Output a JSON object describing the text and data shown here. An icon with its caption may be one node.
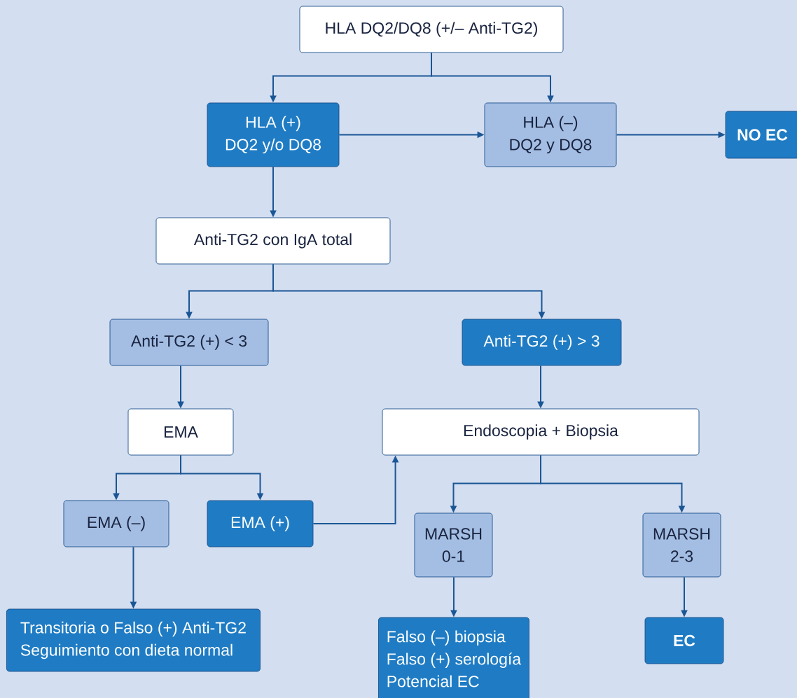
{
  "diagram": {
    "nodes": [
      {
        "text": [
          "HLA DQ2/DQ8 (+/– Anti-TG2)"
        ]
      },
      {
        "text": [
          "HLA (+)",
          "DQ2 y/o DQ8"
        ]
      },
      {
        "text": [
          "HLA (–)",
          "DQ2 y DQ8"
        ]
      },
      {
        "text": [
          "NO EC"
        ]
      },
      {
        "text": [
          "Anti-TG2 con IgA total"
        ]
      },
      {
        "text": [
          "Anti-TG2 (+) < 3"
        ]
      },
      {
        "text": [
          "Anti-TG2 (+) > 3"
        ]
      },
      {
        "text": [
          "EMA"
        ]
      },
      {
        "text": [
          "Endoscopia + Biopsia"
        ]
      },
      {
        "text": [
          "EMA (–)"
        ]
      },
      {
        "text": [
          "EMA (+)"
        ]
      },
      {
        "text": [
          "MARSH",
          "0-1"
        ]
      },
      {
        "text": [
          "MARSH",
          "2-3"
        ]
      },
      {
        "text": [
          "Transitoria o Falso (+) Anti-TG2",
          "Seguimiento con dieta normal"
        ]
      },
      {
        "text": [
          "Falso (–) biopsia",
          "Falso (+) serología",
          "Potencial EC"
        ]
      },
      {
        "text": [
          "EC"
        ]
      }
    ],
    "edges": [
      {
        "from": 0,
        "to": 1,
        "arrow": "to"
      },
      {
        "from": 0,
        "to": 2,
        "arrow": "to"
      },
      {
        "from": 1,
        "to": 2,
        "arrow": "to"
      },
      {
        "from": 2,
        "to": 3,
        "arrow": "to"
      },
      {
        "from": 1,
        "to": 4,
        "arrow": "to"
      },
      {
        "from": 4,
        "to": 5,
        "arrow": "to"
      },
      {
        "from": 4,
        "to": 6,
        "arrow": "to"
      },
      {
        "from": 5,
        "to": 7,
        "arrow": "to"
      },
      {
        "from": 6,
        "to": 8,
        "arrow": "to"
      },
      {
        "from": 7,
        "to": 9,
        "arrow": "to"
      },
      {
        "from": 7,
        "to": 10,
        "arrow": "to"
      },
      {
        "from": 10,
        "to": 8,
        "arrow": "to"
      },
      {
        "from": 8,
        "to": 11,
        "arrow": "to"
      },
      {
        "from": 8,
        "to": 12,
        "arrow": "to"
      },
      {
        "from": 9,
        "to": 13,
        "arrow": "to"
      },
      {
        "from": 11,
        "to": 14,
        "arrow": "to"
      },
      {
        "from": 12,
        "to": 15,
        "arrow": "to"
      }
    ]
  }
}
